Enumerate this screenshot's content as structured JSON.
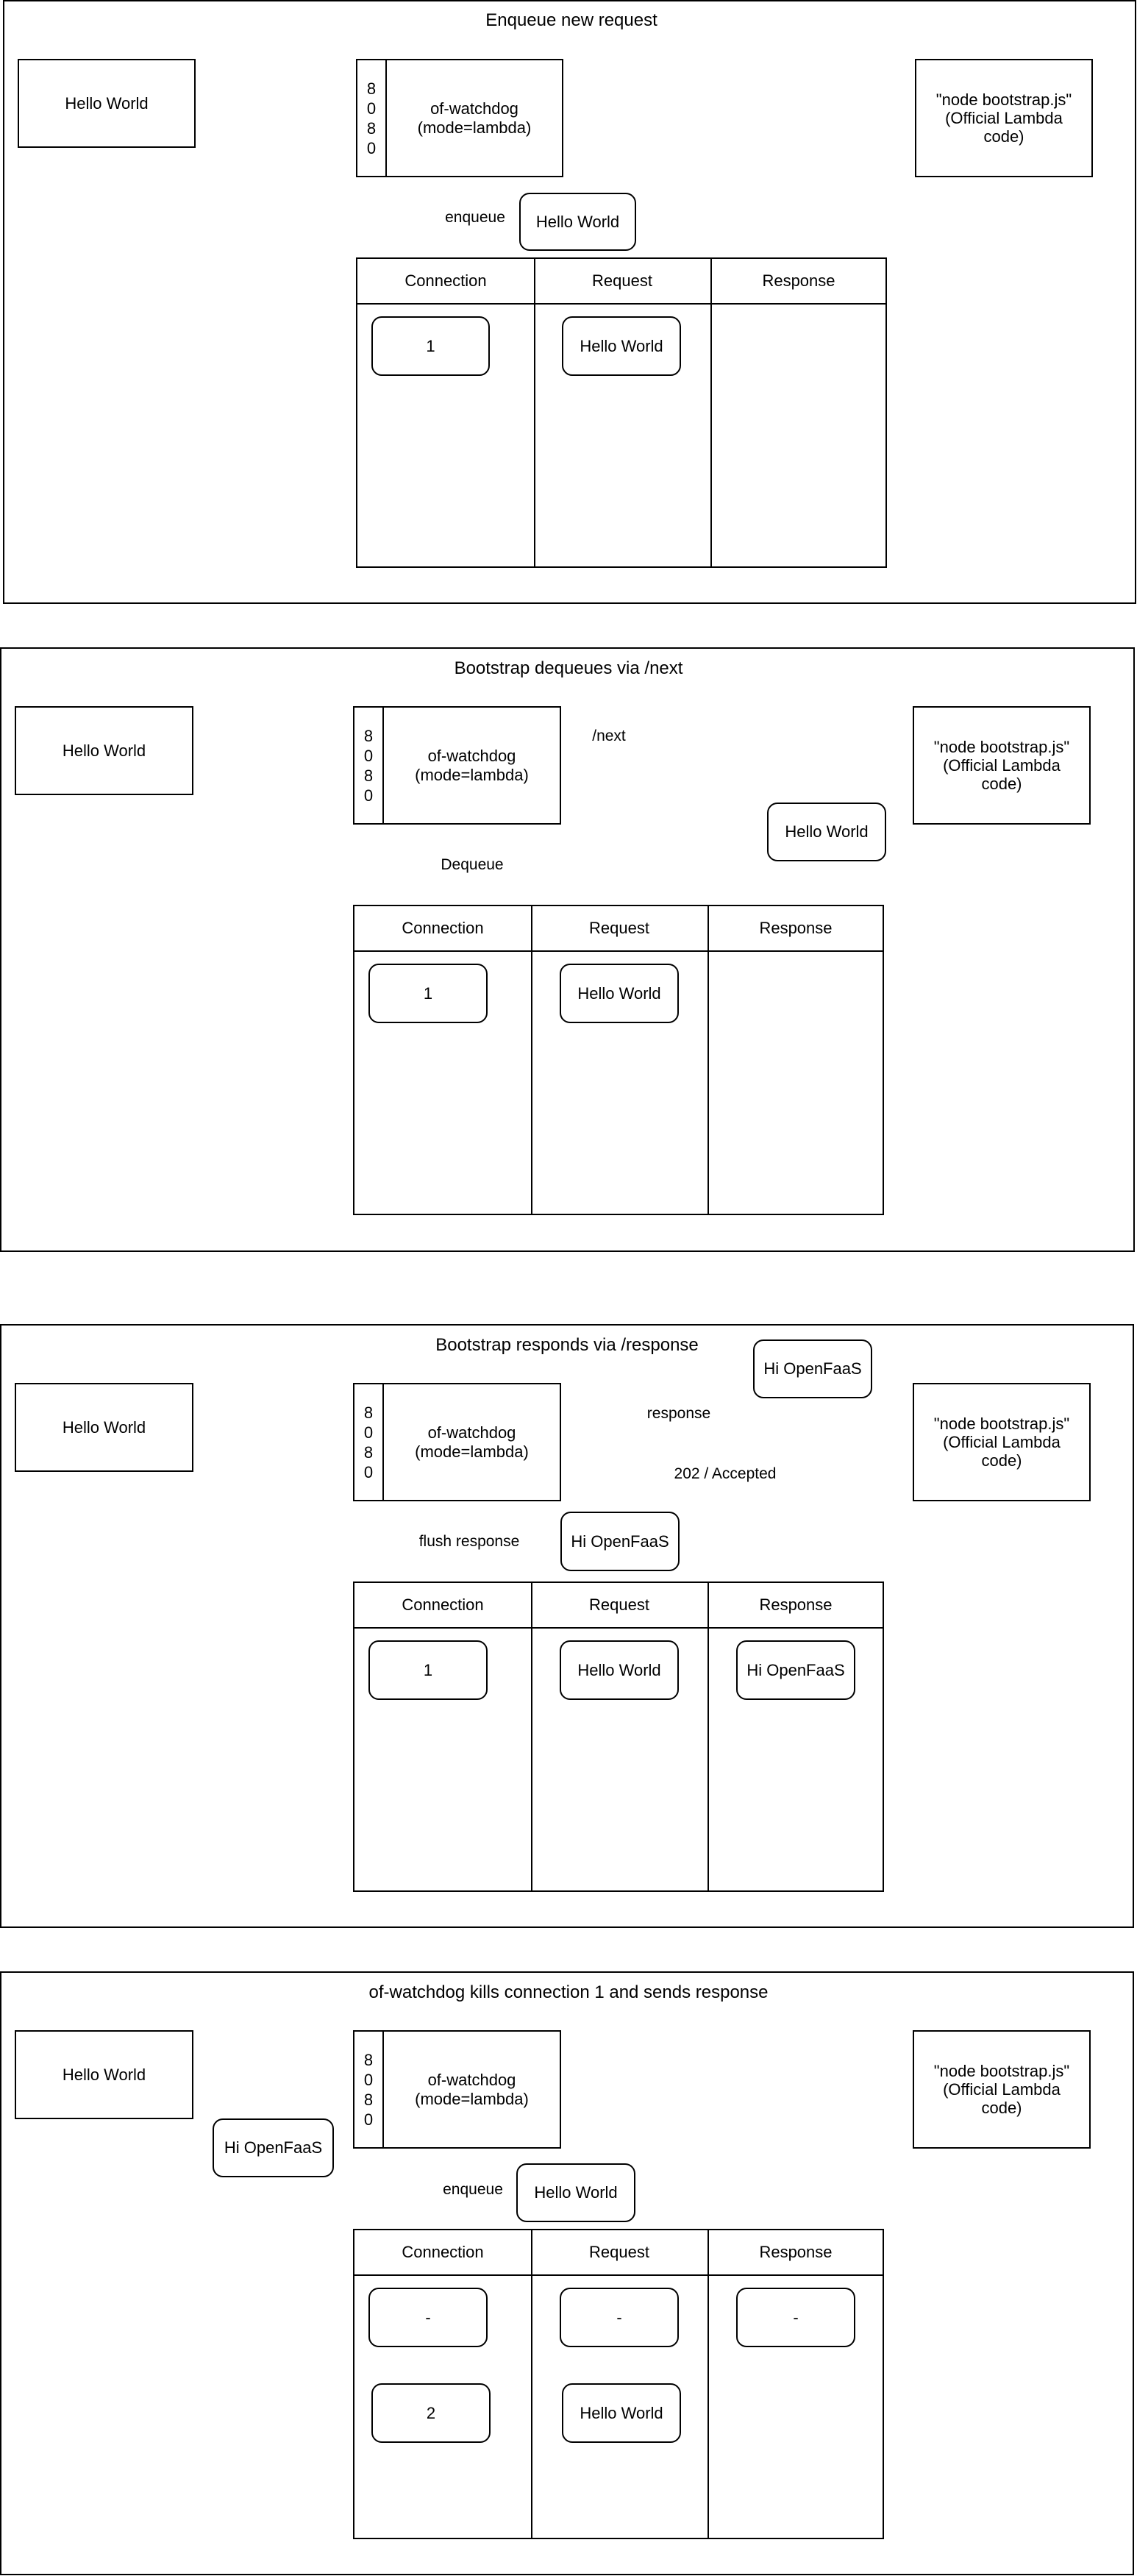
{
  "labels": {
    "hello": "Hello World",
    "watchdog": "of-watchdog\n(mode=lambda)",
    "port_digits": [
      "8",
      "0",
      "8",
      "0"
    ],
    "bootstrap": "\"node bootstrap.js\"\n(Official Lambda\ncode)",
    "col_connection": "Connection",
    "col_request": "Request",
    "col_response": "Response",
    "hi": "Hi OpenFaaS",
    "dash": "-",
    "enqueue": "enqueue",
    "dequeue": "Dequeue",
    "next": "/next",
    "response": "response",
    "accepted": "202 / Accepted",
    "flush": "flush response"
  },
  "panels": [
    {
      "title": "Enqueue new request",
      "conn_1": "1",
      "req_1": "Hello World"
    },
    {
      "title": "Bootstrap dequeues via /next",
      "conn_1": "1",
      "req_1": "Hello World"
    },
    {
      "title": "Bootstrap responds via /response",
      "conn_1": "1",
      "req_1": "Hello World",
      "resp_1": "Hi OpenFaaS"
    },
    {
      "title": "of-watchdog kills connection 1 and sends response",
      "conn_1": "-",
      "req_1": "-",
      "resp_1": "-",
      "conn_2": "2",
      "req_2": "Hello World"
    }
  ]
}
